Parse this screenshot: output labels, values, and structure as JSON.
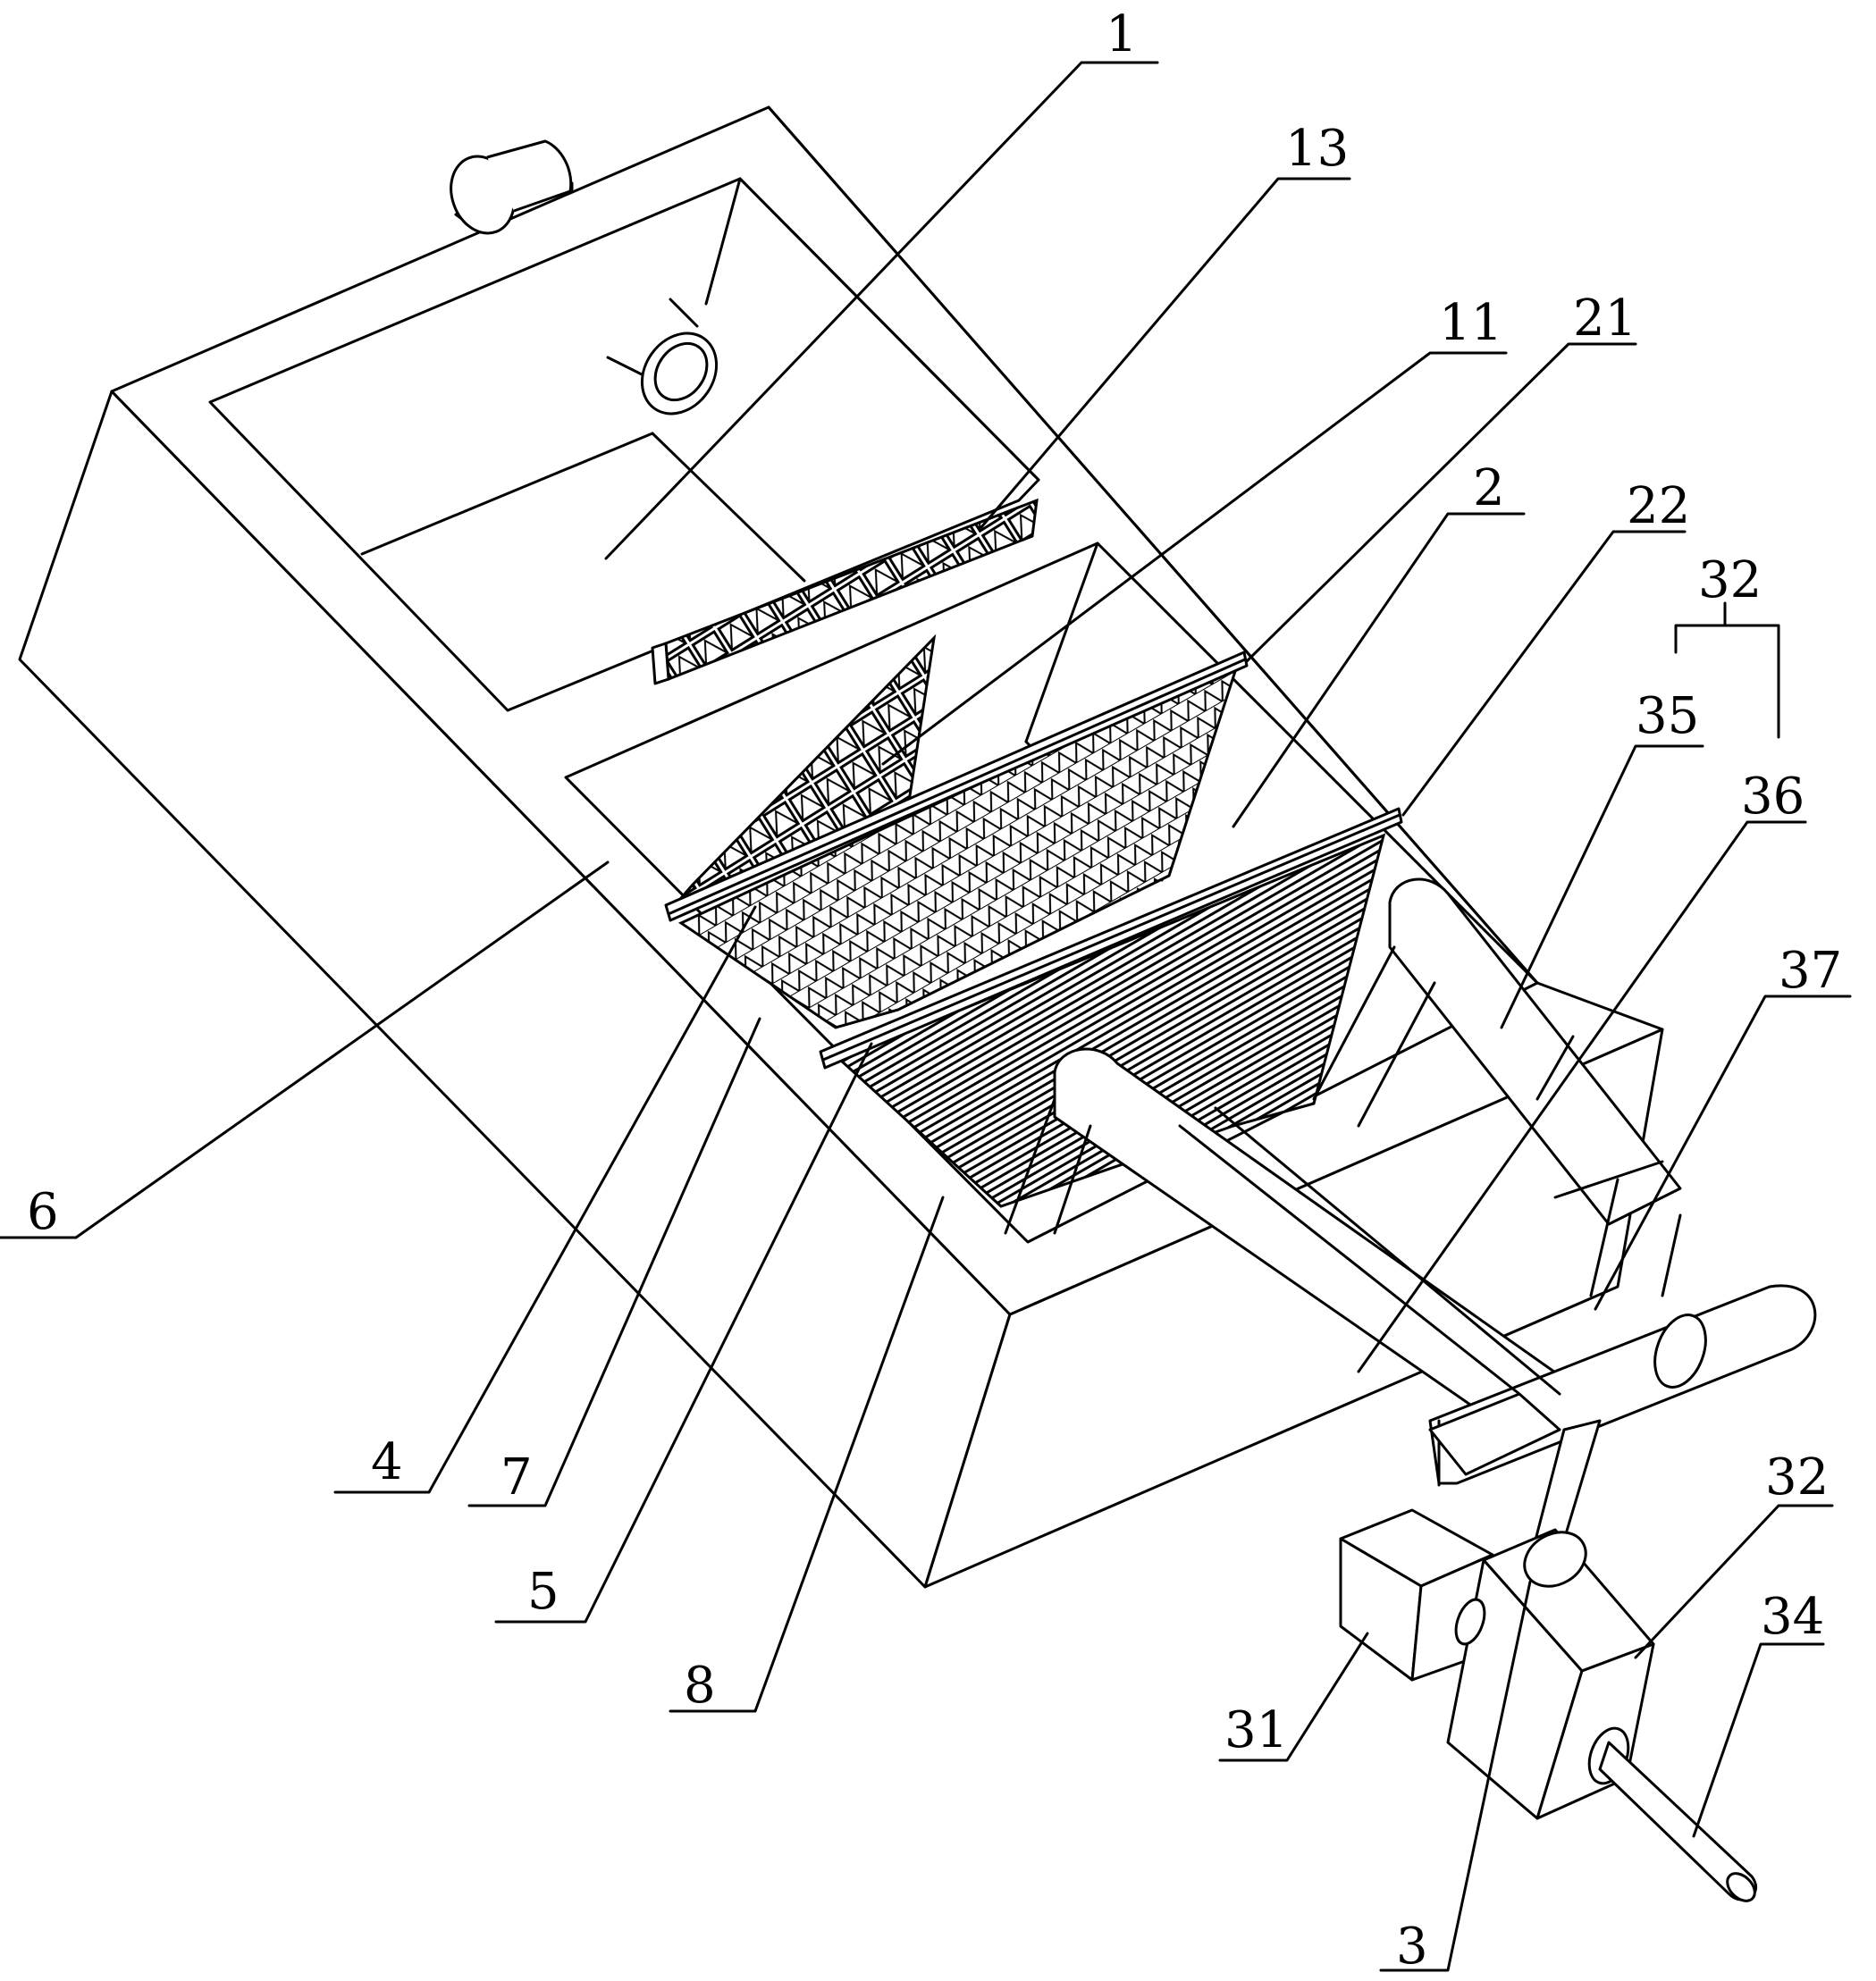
{
  "figure": {
    "labels": {
      "l1": "1",
      "l13": "13",
      "l11": "11",
      "l21": "21",
      "l2": "2",
      "l22": "22",
      "l32top": "32",
      "l35": "35",
      "l36": "36",
      "l37": "37",
      "l6": "6",
      "l4": "4",
      "l7": "7",
      "l5": "5",
      "l8": "8",
      "l31": "31",
      "l32": "32",
      "l34": "34",
      "l3": "3"
    }
  }
}
